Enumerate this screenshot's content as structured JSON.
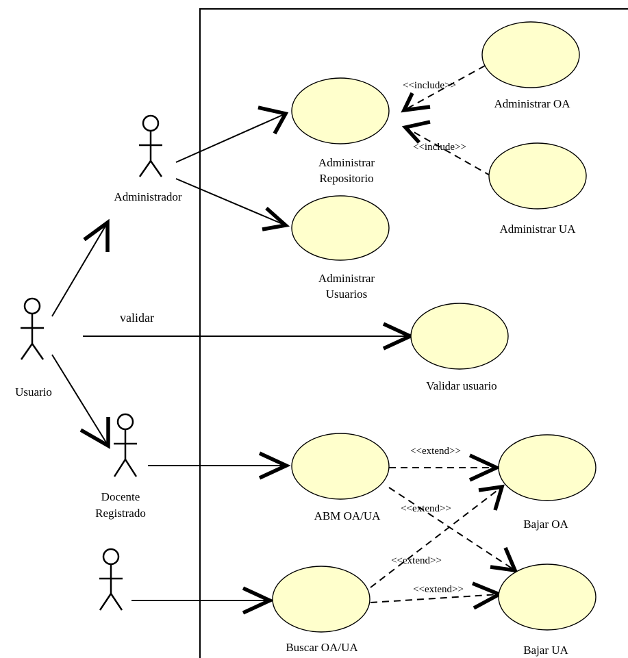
{
  "actors": {
    "administrador": "Administrador",
    "usuario": "Usuario",
    "docente": [
      "Docente",
      "Registrado"
    ],
    "anonymous": ""
  },
  "use_cases": {
    "administrar_repositorio": [
      "Administrar",
      "Repositorio"
    ],
    "administrar_usuarios": [
      "Administrar",
      "Usuarios"
    ],
    "administrar_oa": "Administrar OA",
    "administrar_ua": "Administrar UA",
    "validar_usuario": "Validar usuario",
    "abm": "ABM OA/UA",
    "bajar_oa": "Bajar OA",
    "bajar_ua": "Bajar UA",
    "buscar": "Buscar OA/UA"
  },
  "relationships": {
    "include_1": "<<include>>",
    "include_2": "<<include>>",
    "validar": "validar",
    "extend_1": "<<extend>>",
    "extend_2": "<<extend>>",
    "extend_3": "<<extend>>",
    "extend_4": "<<extend>>"
  },
  "colors": {
    "use_case_fill": "#ffffcc",
    "stroke": "#000000",
    "background": "#ffffff"
  }
}
